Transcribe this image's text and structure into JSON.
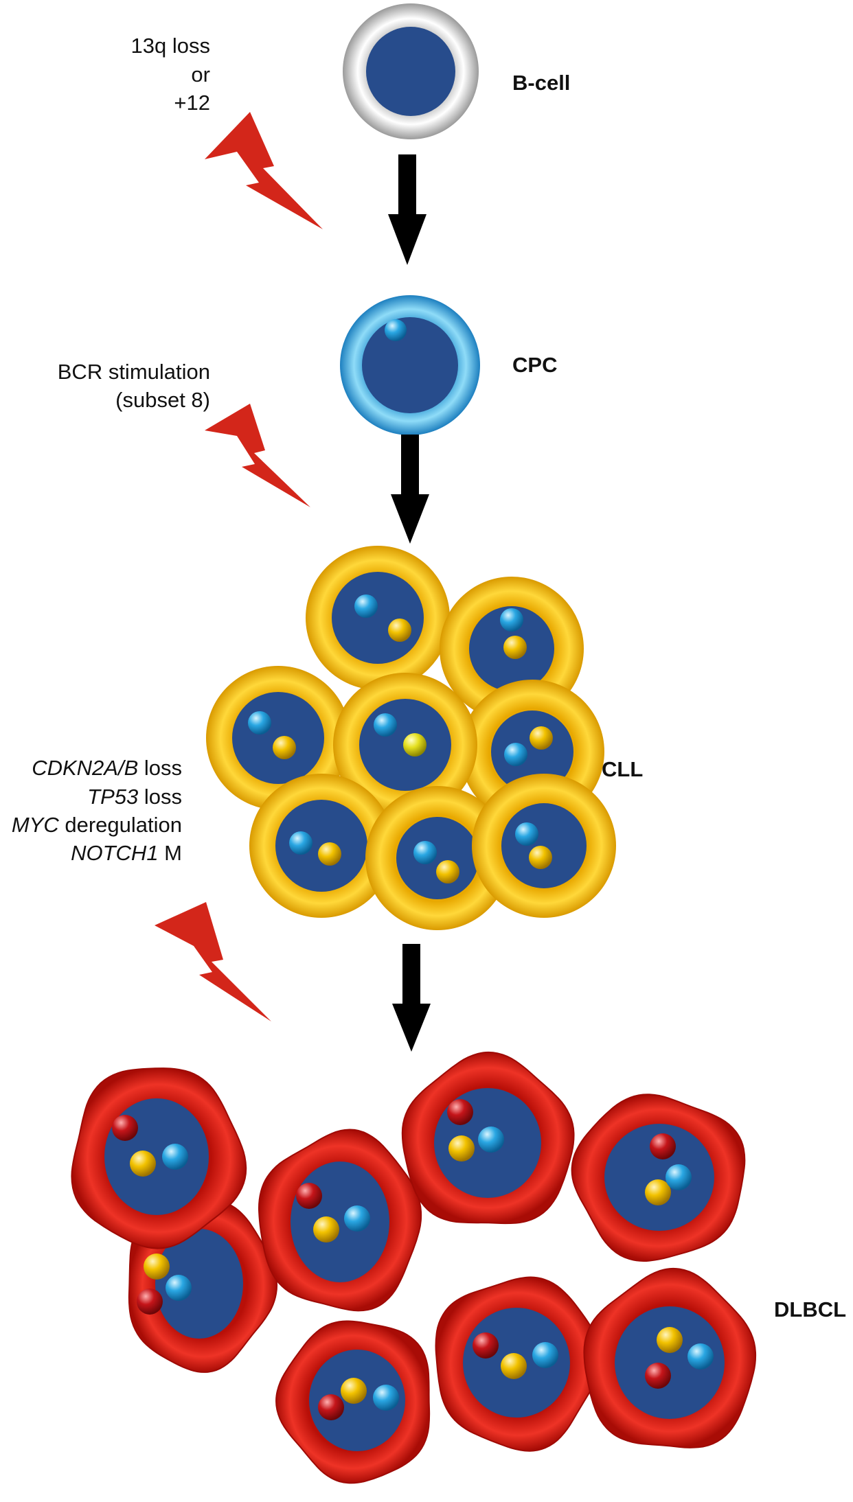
{
  "stages": [
    {
      "id": "bcell",
      "label": "B-cell",
      "color": "#e2e2e2"
    },
    {
      "id": "cpc",
      "label": "CPC",
      "color": "#5fc3ea"
    },
    {
      "id": "cll",
      "label": "CLL",
      "color": "#f7c400"
    },
    {
      "id": "dlbcl",
      "label": "DLBCL",
      "color": "#dd1c12"
    }
  ],
  "events": {
    "bcell_to_cpc": {
      "line1": "13q loss",
      "line2": "or",
      "line3": "+12"
    },
    "cpc_to_cll": {
      "line1": "BCR stimulation",
      "line2": "(subset 8)"
    },
    "cll_to_dlbcl": [
      {
        "gene": "CDKN2A/B",
        "rest": " loss"
      },
      {
        "gene": "TP53",
        "rest": " loss"
      },
      {
        "gene": "MYC",
        "rest": " deregulation"
      },
      {
        "gene": "NOTCH1",
        "rest": " M"
      }
    ]
  },
  "colors": {
    "nucleus": "#274c8c",
    "arrow": "#000000",
    "lightning": "#d3261a",
    "dot_blue": "#2aa7e3",
    "dot_yellow": "#f2c200",
    "dot_red": "#c5151a"
  }
}
